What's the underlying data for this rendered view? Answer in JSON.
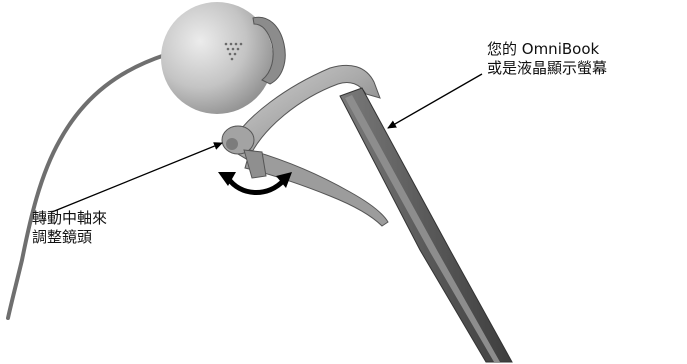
{
  "callouts": {
    "screen": {
      "line1": "您的 OmniBook",
      "line2": "或是液晶顯示螢幕"
    },
    "pivot": {
      "line1": "轉動中軸來",
      "line2": "調整鏡頭"
    }
  },
  "colors": {
    "camera_body": "#c9c9c9",
    "camera_shadow": "#8e8e8e",
    "clip_light": "#b5b5b5",
    "clip_dark": "#5c5c5c",
    "cable": "#707070",
    "arrow": "#000000"
  }
}
